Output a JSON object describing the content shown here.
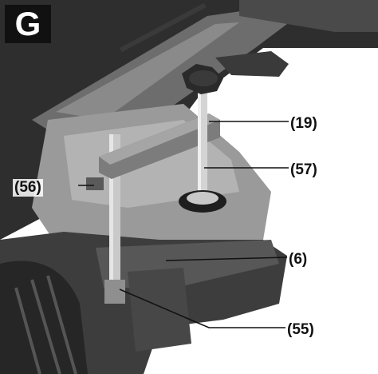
{
  "figure": {
    "badge": "G",
    "callouts": {
      "c19": "(19)",
      "c57": "(57)",
      "c56": "(56)",
      "c6": "(6)",
      "c55": "(55)"
    }
  }
}
